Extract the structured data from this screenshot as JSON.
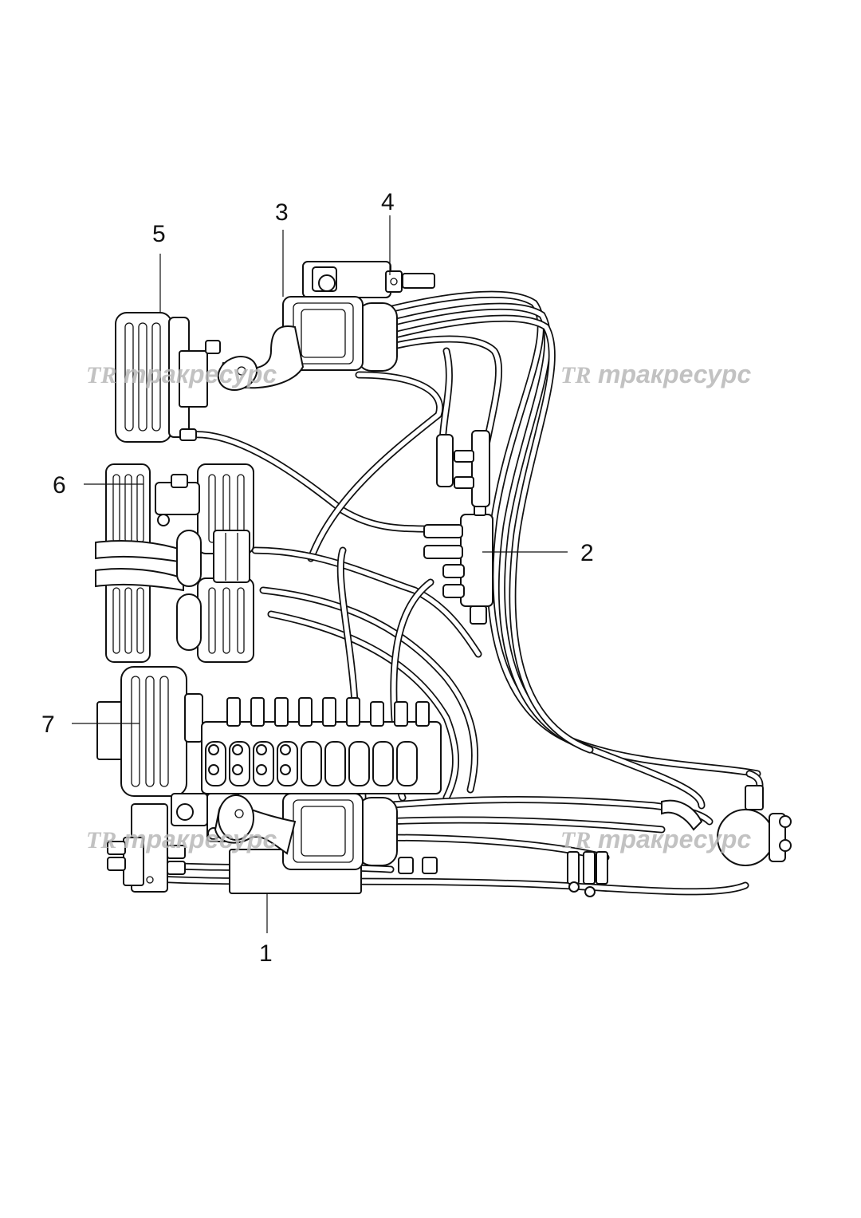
{
  "callouts": {
    "c1": "1",
    "c2": "2",
    "c3": "3",
    "c4": "4",
    "c5": "5",
    "c6": "6",
    "c7": "7"
  },
  "watermark": {
    "logo": "TR",
    "text": "тракресурс"
  }
}
